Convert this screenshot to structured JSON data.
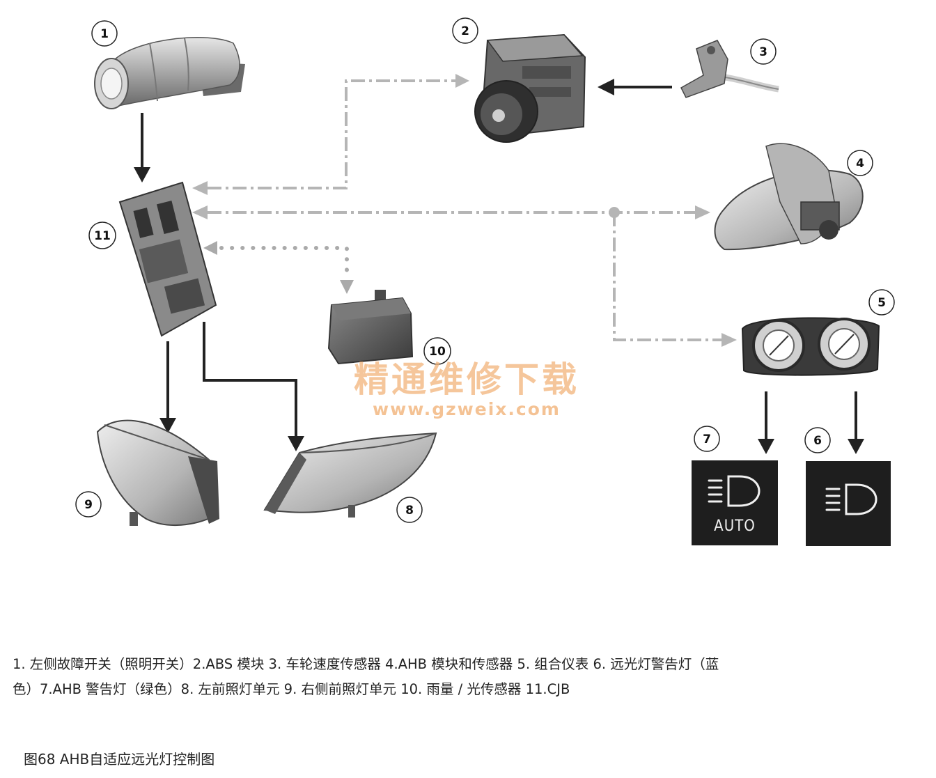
{
  "labels": {
    "n1": "1",
    "n2": "2",
    "n3": "3",
    "n4": "4",
    "n5": "5",
    "n6": "6",
    "n7": "7",
    "n8": "8",
    "n9": "9",
    "n10": "10",
    "n11": "11"
  },
  "warning_lamp": {
    "auto_text": "AUTO"
  },
  "watermark": {
    "cn": "精通维修下载",
    "url": "www.gzweix.com"
  },
  "legend": {
    "line1": "1. 左侧故障开关（照明开关）2.ABS 模块  3. 车轮速度传感器  4.AHB 模块和传感器  5. 组合仪表  6. 远光灯警告灯（蓝",
    "line2": "色）7.AHB 警告灯（绿色）8. 左前照灯单元  9. 右侧前照灯单元  10. 雨量 / 光传感器  11.CJB"
  },
  "caption": "图68  AHB自适应远光灯控制图"
}
